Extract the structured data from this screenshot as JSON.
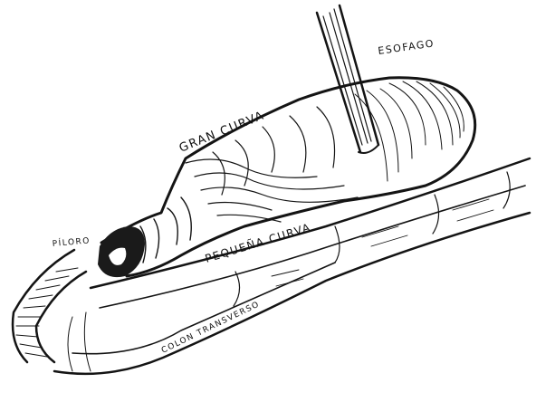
{
  "labels": {
    "esofago": "ESOFAGO",
    "gran_curva": "GRAN CURVA",
    "pequena_curva": "PEQUEÑA CURVA",
    "piloro": "PÍLORO",
    "colon_transverso": "COLON TRANSVERSO"
  },
  "ink_color": "#141414"
}
